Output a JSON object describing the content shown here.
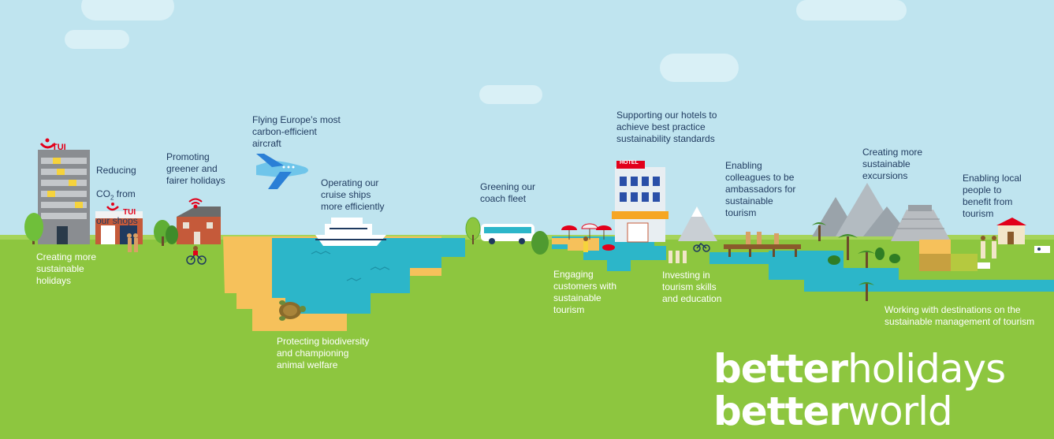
{
  "brand": {
    "name": "TUI",
    "shop_sign": "TUI",
    "hotel_sign": "HOTEL"
  },
  "colors": {
    "sky": "#bfe4ef",
    "grass": "#8dc63f",
    "water": "#2cb6c9",
    "sand": "#f6c15b",
    "text_dark": "#1f3a5f",
    "brand_red": "#e2001a"
  },
  "labels": {
    "creating_holidays": "Creating more\nsustainable\nholidays",
    "reducing_pre": "Reducing",
    "reducing_co": "CO",
    "reducing_sub": "2",
    "reducing_mid": " from",
    "reducing_post": "our shops",
    "promoting": "Promoting\ngreener and\nfairer holidays",
    "flying": "Flying Europe’s most\ncarbon-efficient\naircraft",
    "cruise": "Operating our\ncruise ships\nmore efficiently",
    "biodiversity": "Protecting biodiversity\nand championing\nanimal welfare",
    "coach": "Greening our\ncoach fleet",
    "engaging": "Engaging\ncustomers with\nsustainable\ntourism",
    "hotels": "Supporting our hotels to\nachieve best practice\nsustainability standards",
    "investing": "Investing  in\ntourism skills\nand education",
    "colleagues": "Enabling\ncolleagues to be\nambassadors for\nsustainable\ntourism",
    "excursions": "Creating more\nsustainable\nexcursions",
    "local": "Enabling local\npeople to\nbenefit from\ntourism",
    "destinations": "Working with destinations on the\nsustainable management of tourism"
  },
  "slogan": {
    "line1_bold": "better",
    "line1_thin": "holidays",
    "line2_bold": "better",
    "line2_thin": "world"
  },
  "icons": [
    "tui-office-building",
    "tui-shop",
    "house-wifi",
    "cyclist",
    "airplane",
    "cruise-ship",
    "sea-turtle",
    "coach-bus",
    "beach-umbrellas",
    "hotel-building",
    "mountains",
    "pier",
    "mayan-pyramid",
    "palm-trees",
    "local-house",
    "cow"
  ]
}
